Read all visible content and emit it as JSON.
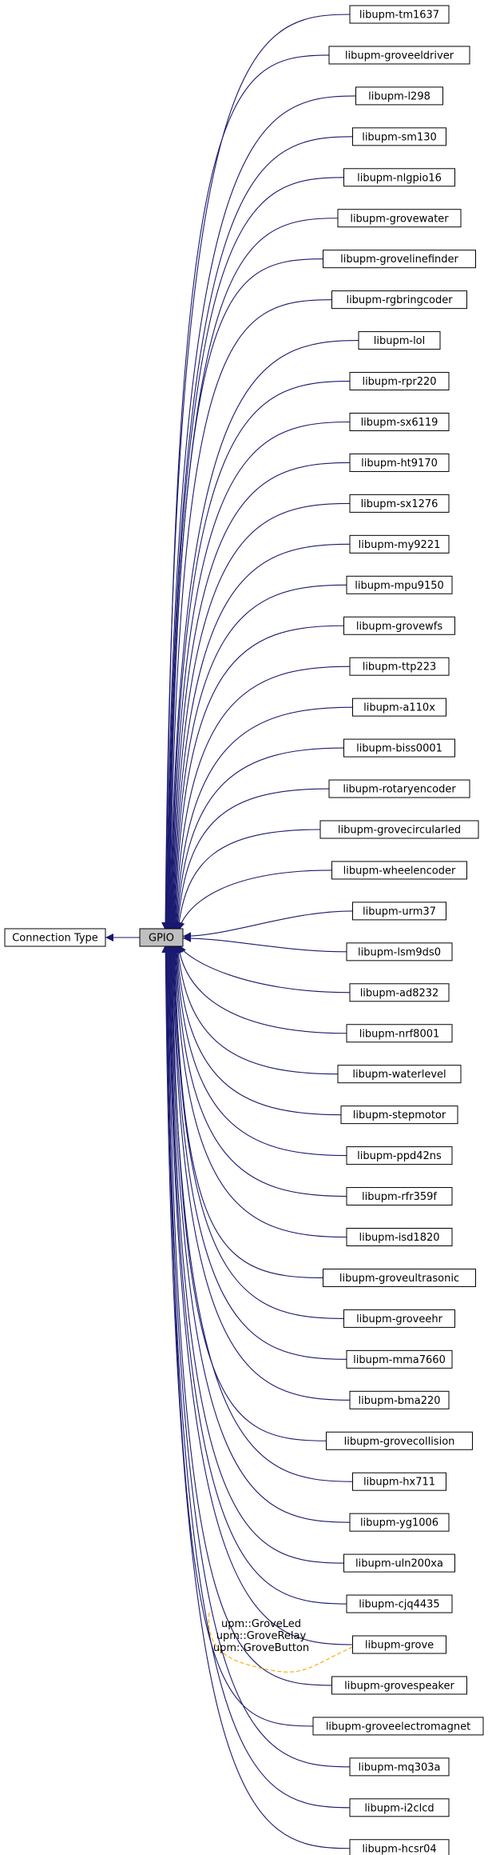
{
  "graph": {
    "root": {
      "label": "Connection Type"
    },
    "focus": {
      "label": "GPIO"
    },
    "children": [
      "libupm-tm1637",
      "libupm-groveeldriver",
      "libupm-l298",
      "libupm-sm130",
      "libupm-nlgpio16",
      "libupm-grovewater",
      "libupm-grovelinefinder",
      "libupm-rgbringcoder",
      "libupm-lol",
      "libupm-rpr220",
      "libupm-sx6119",
      "libupm-ht9170",
      "libupm-sx1276",
      "libupm-my9221",
      "libupm-mpu9150",
      "libupm-grovewfs",
      "libupm-ttp223",
      "libupm-a110x",
      "libupm-biss0001",
      "libupm-rotaryencoder",
      "libupm-grovecircularled",
      "libupm-wheelencoder",
      "libupm-urm37",
      "libupm-lsm9ds0",
      "libupm-ad8232",
      "libupm-nrf8001",
      "libupm-waterlevel",
      "libupm-stepmotor",
      "libupm-ppd42ns",
      "libupm-rfr359f",
      "libupm-isd1820",
      "libupm-groveultrasonic",
      "libupm-groveehr",
      "libupm-mma7660",
      "libupm-bma220",
      "libupm-grovecollision",
      "libupm-hx711",
      "libupm-yg1006",
      "libupm-uln200xa",
      "libupm-cjq4435",
      "libupm-grove",
      "libupm-grovespeaker",
      "libupm-groveelectromagnet",
      "libupm-mq303a",
      "libupm-i2clcd",
      "libupm-hcsr04"
    ],
    "dashed_edge": {
      "target": "libupm-grove",
      "labels": [
        "upm::GroveLed",
        "upm::GroveRelay",
        "upm::GroveButton"
      ]
    },
    "colors": {
      "edge": "#191970",
      "dashed_edge": "#ffa500",
      "focus_fill": "#bfbfbf",
      "node_fill": "#ffffff",
      "node_border": "#000000"
    }
  }
}
